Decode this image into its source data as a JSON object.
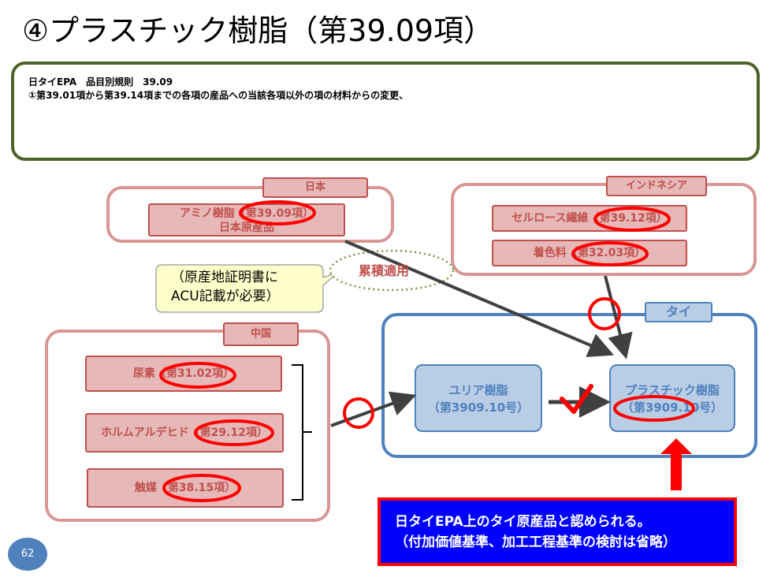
{
  "title": "④プラスチック樹脂（第39.09項）",
  "rule": {
    "line1": "日タイEPA　品目別規則　39.09",
    "line2": "①第39.01項から第39.14項までの各項の産品への当該各項以外の項の材料からの変更、"
  },
  "japan": {
    "tag": "日本",
    "item_line1": "アミノ樹脂（第39.09項）",
    "item_line2": "日本原産品"
  },
  "indonesia": {
    "tag": "インドネシア",
    "items": [
      "セルロース繊維（第39.12項）",
      "着色料（第32.03項）"
    ]
  },
  "china": {
    "tag": "中国",
    "items": [
      "尿素（第31.02項）",
      "ホルムアルデヒド（第29.12項）",
      "触媒（第38.15項）"
    ]
  },
  "thailand": {
    "tag": "タイ",
    "urea_resin_line1": "ユリア樹脂",
    "urea_resin_line2": "（第3909.10号）",
    "plastic_resin_line1": "プラスチック樹脂",
    "plastic_resin_line2": "（第3909.10号）"
  },
  "callout": {
    "line1": "（原産地証明書に",
    "line2": "ACU記載が必要）"
  },
  "cumulation": "累積適用",
  "result": {
    "line1": "日タイEPA上のタイ原産品と認められる。",
    "line2": "（付加価値基準、加工工程基準の検討は省略）"
  },
  "page_number": "62",
  "colors": {
    "rule_border": "#4f6228",
    "region_border": "#d99694",
    "item_fill": "#e6b8b7",
    "item_text": "#c0504d",
    "thai_border": "#4f81bd",
    "thai_fill": "#b9cde5",
    "highlight_red": "#ff0000",
    "result_fill": "#0000ff"
  }
}
